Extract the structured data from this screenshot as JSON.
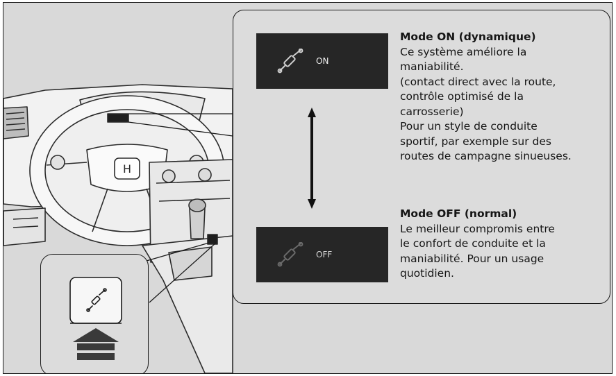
{
  "display_on": {
    "label": "ON",
    "icon": "suspension-icon"
  },
  "display_off": {
    "label": "OFF",
    "icon": "suspension-icon"
  },
  "mode_on": {
    "title": "Mode ON (dynamique)",
    "body": "Ce système améliore la\nmaniabilité.\n(contact direct avec la route,\ncontrôle optimisé de la\ncarrosserie)\nPour un style de conduite\nsportif, par exemple sur des\nroutes de campagne sinueuses."
  },
  "mode_off": {
    "title": "Mode OFF (normal)",
    "body": "Le meilleur compromis entre\nle confort de conduite et la\nmaniabilité. Pour un usage\nquotidien."
  },
  "button": {
    "icon": "suspension-icon",
    "action": "press-arrow-icon"
  },
  "colors": {
    "background": "#d9d9d9",
    "screen": "#262626",
    "screen_text": "#f2f2f2",
    "outline": "#1a1a1a",
    "dashboard_light": "#f4f4f4"
  }
}
